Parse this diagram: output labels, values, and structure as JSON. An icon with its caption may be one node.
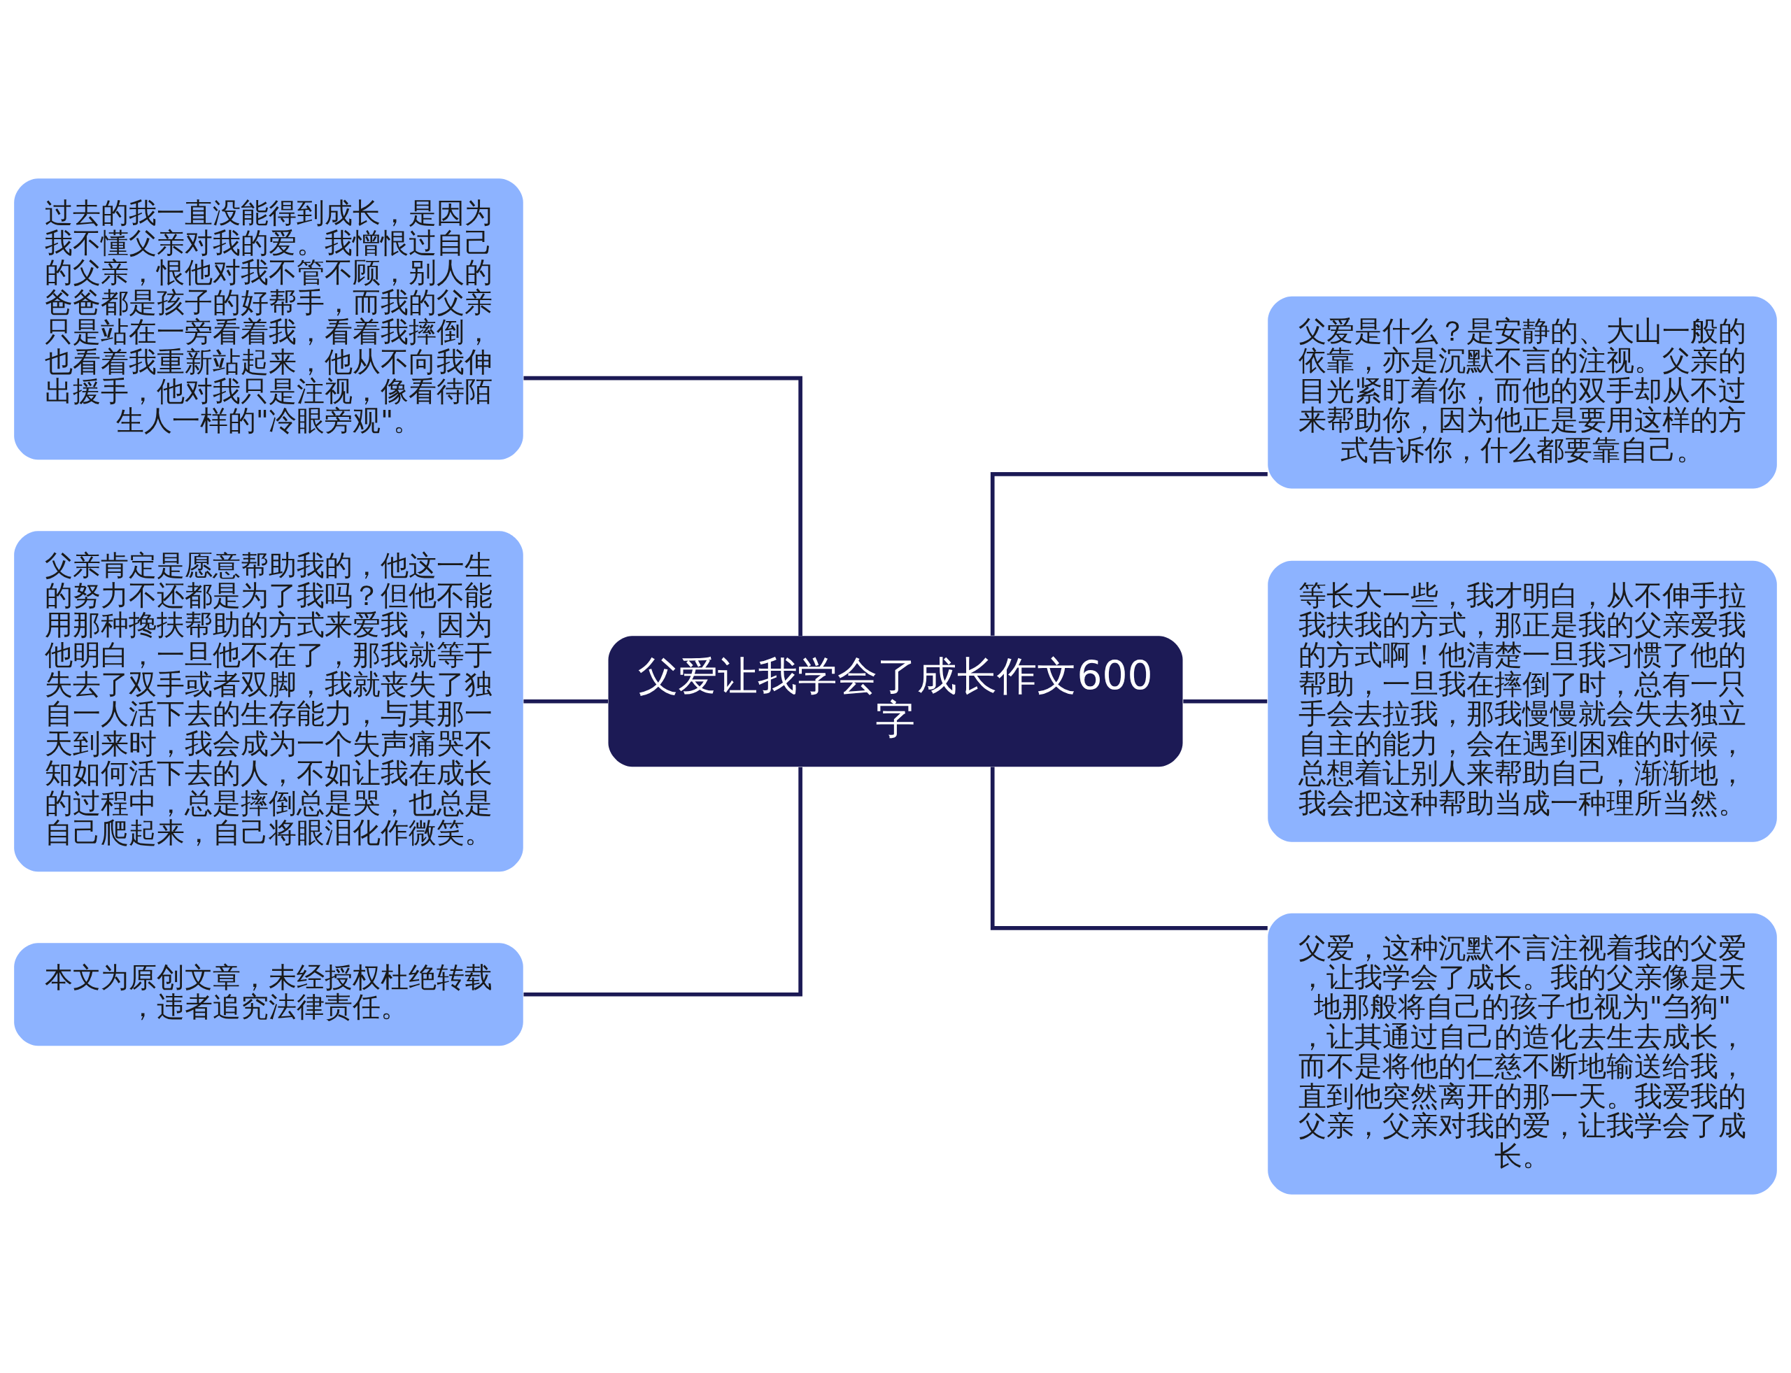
{
  "diagram": {
    "nodes": [
      {
        "text": [
          "父爱让我学会了成长作文600字"
        ]
      },
      {
        "text": [
          "过去的我一直没能得到成长，是因为我不懂父亲对我的爱。我憎恨过自己的父亲，恨他对我不管不顾，别人的爸爸都是孩子的好帮手，而我的父亲只是站在一旁看着我，看着我摔倒，也看着我重新站起来，他从不向我伸出援手，他对我只是注视，像看待陌生人一样的\"冷眼旁观\"。"
        ]
      },
      {
        "text": [
          "父亲肯定是愿意帮助我的，他这一生的努力不还都是为了我吗？但他不能用那种搀扶帮助的方式来爱我，因为他明白，一旦他不在了，那我就等于失去了双手或者双脚，我就丧失了独自一人活下去的生存能力，与其那一天到来时，我会成为一个失声痛哭不知如何活下去的人，不如让我在成长的过程中，总是摔倒总是哭，也总是自己爬起来，自己将眼泪化作微笑。"
        ]
      },
      {
        "text": [
          "本文为原创文章，未经授权杜绝转载，违者追究法律责任。"
        ]
      },
      {
        "text": [
          "父爱是什么？是安静的、大山一般的依靠，亦是沉默不言的注视。父亲的目光紧盯着你，而他的双手却从不过来帮助你，因为他正是要用这样的方式告诉你，什么都要靠自己。"
        ]
      },
      {
        "text": [
          "等长大一些，我才明白，从不伸手拉我扶我的方式，那正是我的父亲爱我的方式啊！他清楚一旦我习惯了他的帮助，一旦我在摔倒了时，总有一只手会去拉我，那我慢慢就会失去独立自主的能力，会在遇到困难的时候，总想着让别人来帮助自己，渐渐地，我会把这种帮助当成一种理所当然。"
        ]
      },
      {
        "text": [
          "父爱，这种沉默不言注视着我的父爱，让我学会了成长。我的父亲像是天地那般将自己的孩子也视为\"刍狗\"，让其通过自己的造化去生去成长，而不是将他的仁慈不断地输送给我，直到他突然离开的那一天。我爱我的父亲，父亲对我的爱，让我学会了成长。"
        ]
      }
    ],
    "edges": [
      {
        "from": 0,
        "to": 1,
        "arrow": "none"
      },
      {
        "from": 0,
        "to": 2,
        "arrow": "none"
      },
      {
        "from": 0,
        "to": 3,
        "arrow": "none"
      },
      {
        "from": 0,
        "to": 4,
        "arrow": "none"
      },
      {
        "from": 0,
        "to": 5,
        "arrow": "none"
      },
      {
        "from": 0,
        "to": 6,
        "arrow": "none"
      }
    ]
  }
}
